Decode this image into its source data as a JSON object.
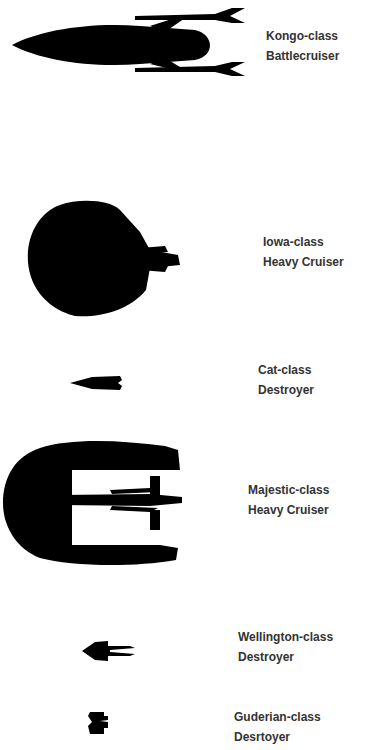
{
  "diagram": {
    "labels": [
      "Kongo-class Battlecruiser",
      "Iowa-class Heavy Cruiser",
      "Cat-class Destroyer",
      "Majestic-class Heavy Cruiser",
      "Wellington-class Destroyer",
      "Guderian-class Desrtoyer"
    ]
  }
}
